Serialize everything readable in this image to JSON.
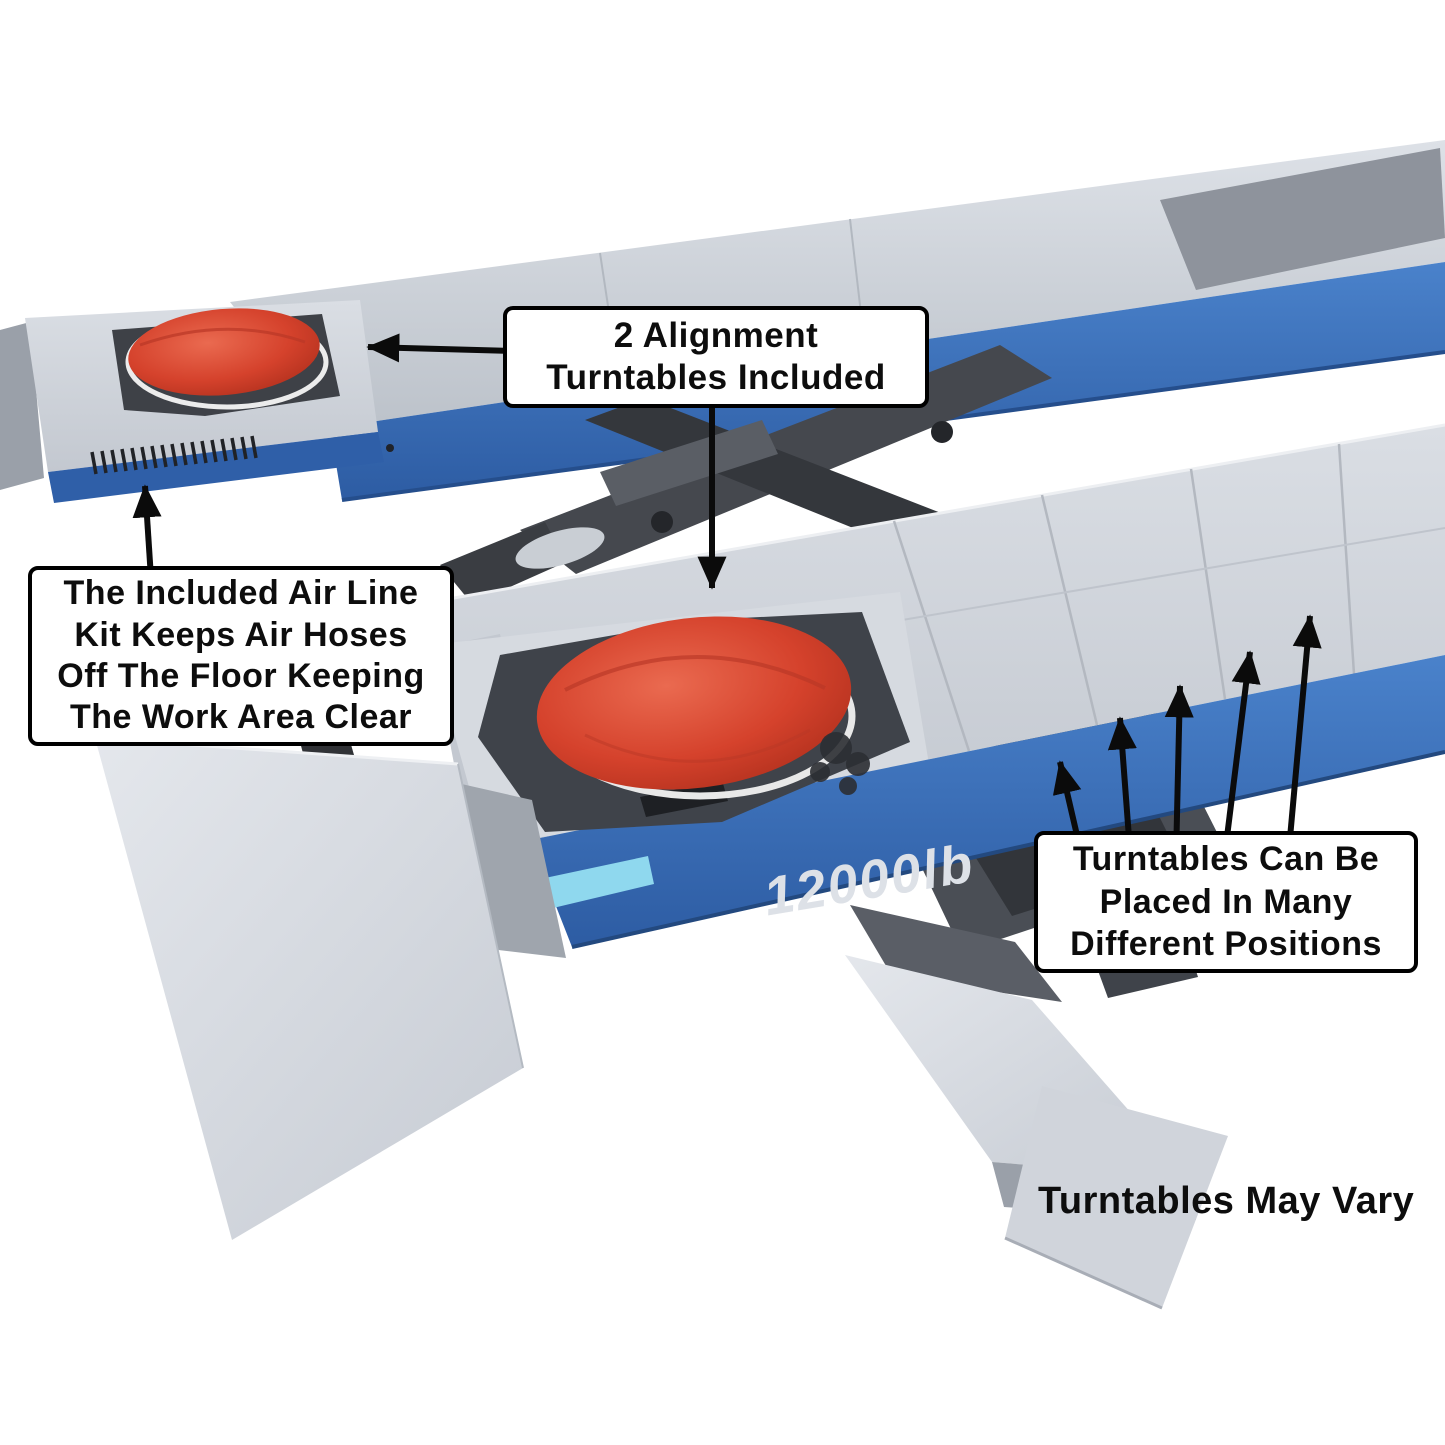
{
  "callouts": {
    "turntables_included": {
      "line1": "2 Alignment",
      "line2": "Turntables Included"
    },
    "air_line_kit": {
      "line1": "The Included Air Line",
      "line2": "Kit Keeps Air Hoses",
      "line3": "Off The Floor Keeping",
      "line4": "The Work Area Clear"
    },
    "turntable_positions": {
      "line1": "Turntables Can Be",
      "line2": "Placed In Many",
      "line3": "Different Positions"
    }
  },
  "labels": {
    "capacity_badge": "12000lb",
    "disclaimer": "Turntables May Vary"
  },
  "colors": {
    "lift_blue": "#3a6fba",
    "runway_gray": "#ccd1d8",
    "turntable_red": "#d5422c",
    "slip_plate_gray": "#8e939c",
    "callout_border": "#000000",
    "background": "#ffffff"
  }
}
